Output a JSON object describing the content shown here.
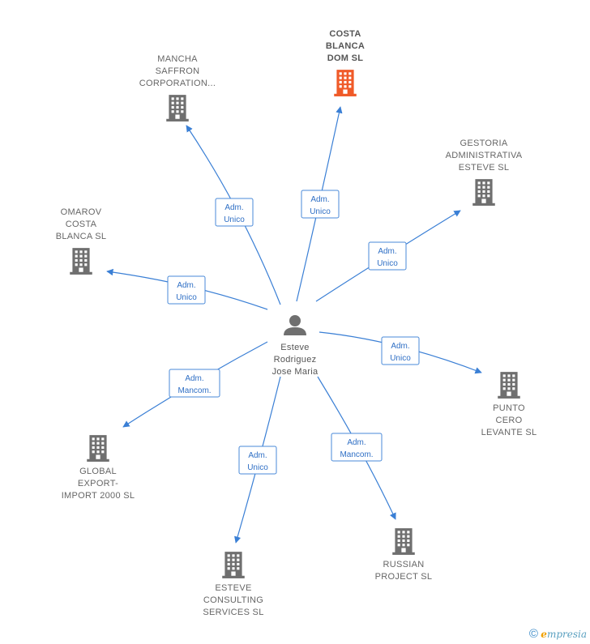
{
  "center": {
    "name": "person-esteve-rodriguez",
    "label_lines": [
      "Esteve",
      "Rodriguez",
      "Jose Maria"
    ]
  },
  "colors": {
    "edge": "#3a7fd5",
    "building": "#6f6f6f",
    "highlight": "#f05a28",
    "person": "#6f6f6f"
  },
  "companies": [
    {
      "id": "costa-blanca-dom",
      "label_lines": [
        "COSTA",
        "BLANCA",
        "DOM  SL"
      ],
      "highlight": true,
      "relation": [
        "Adm.",
        "Unico"
      ]
    },
    {
      "id": "mancha-saffron",
      "label_lines": [
        "MANCHA",
        "SAFFRON",
        "CORPORATION..."
      ],
      "highlight": false,
      "relation": [
        "Adm.",
        "Unico"
      ]
    },
    {
      "id": "gestoria-administrativa",
      "label_lines": [
        "GESTORIA",
        "ADMINISTRATIVA",
        "ESTEVE  SL"
      ],
      "highlight": false,
      "relation": [
        "Adm.",
        "Unico"
      ]
    },
    {
      "id": "omarov-costa-blanca",
      "label_lines": [
        "OMAROV",
        "COSTA",
        "BLANCA  SL"
      ],
      "highlight": false,
      "relation": [
        "Adm.",
        "Unico"
      ]
    },
    {
      "id": "punto-cero-levante",
      "label_lines": [
        "PUNTO",
        "CERO",
        "LEVANTE SL"
      ],
      "highlight": false,
      "relation": [
        "Adm.",
        "Unico"
      ]
    },
    {
      "id": "global-export-import",
      "label_lines": [
        "GLOBAL",
        "EXPORT-",
        "IMPORT 2000 SL"
      ],
      "highlight": false,
      "relation": [
        "Adm.",
        "Mancom."
      ]
    },
    {
      "id": "esteve-consulting",
      "label_lines": [
        "ESTEVE",
        "CONSULTING",
        "SERVICES SL"
      ],
      "highlight": false,
      "relation": [
        "Adm.",
        "Unico"
      ]
    },
    {
      "id": "russian-project",
      "label_lines": [
        "RUSSIAN",
        "PROJECT SL"
      ],
      "highlight": false,
      "relation": [
        "Adm.",
        "Mancom."
      ]
    }
  ],
  "footer": {
    "copyright": "©",
    "brand_initial": "e",
    "brand_rest": "mpresia"
  }
}
